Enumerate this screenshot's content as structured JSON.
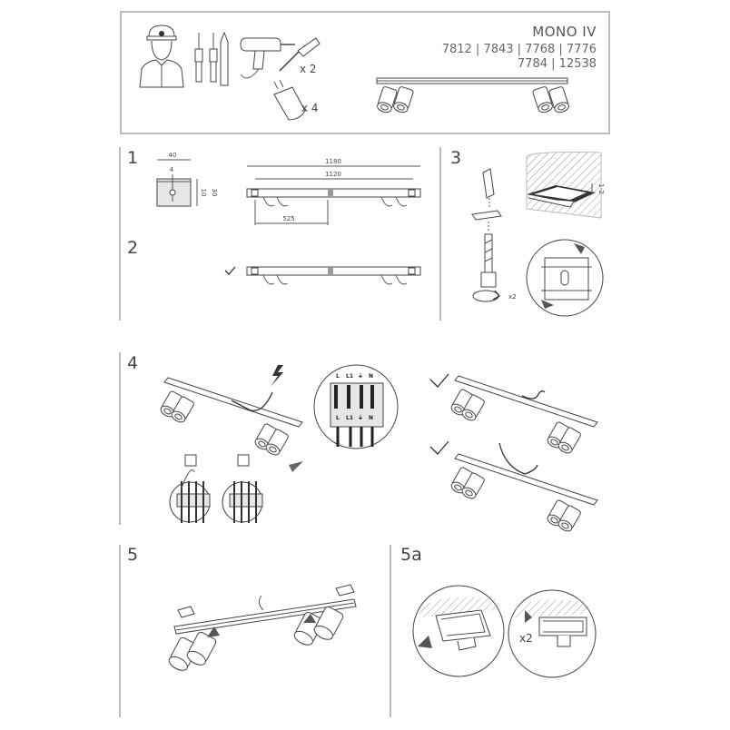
{
  "header": {
    "product_title": "MONO IV",
    "codes_line1": "7812 | 7843 | 7768 | 7776",
    "codes_line2": "7784 | 12538",
    "qty_screws": "x 2",
    "qty_bulbs": "x 4"
  },
  "steps": {
    "s1": "1",
    "s2": "2",
    "s3": "3",
    "s4": "4",
    "s5": "5",
    "s5a": "5a"
  },
  "step1": {
    "bracket_width": "40",
    "bracket_offset": "4",
    "bracket_height": "30",
    "bracket_inner": "10",
    "total_length": "1180",
    "mount_length": "1120",
    "center_length": "525"
  },
  "step3": {
    "tilt_label": "1-2",
    "qty": "x2"
  },
  "step4": {
    "terminal_top": [
      "L",
      "L1",
      "⏚",
      "N"
    ],
    "terminal_bottom": [
      "L",
      "L1",
      "⏚",
      "N"
    ]
  },
  "step5a": {
    "qty": "x2"
  },
  "colors": {
    "line": "#444444",
    "frame": "#bbbbbb",
    "check": "#666666"
  },
  "icons": [
    "installer-icon",
    "screwdriver-icon",
    "pencil-icon",
    "drill-icon",
    "screw-icon",
    "bulb-icon",
    "lightning-icon",
    "checkmark-icon",
    "rotate-arrow-icon",
    "switch-icon"
  ]
}
